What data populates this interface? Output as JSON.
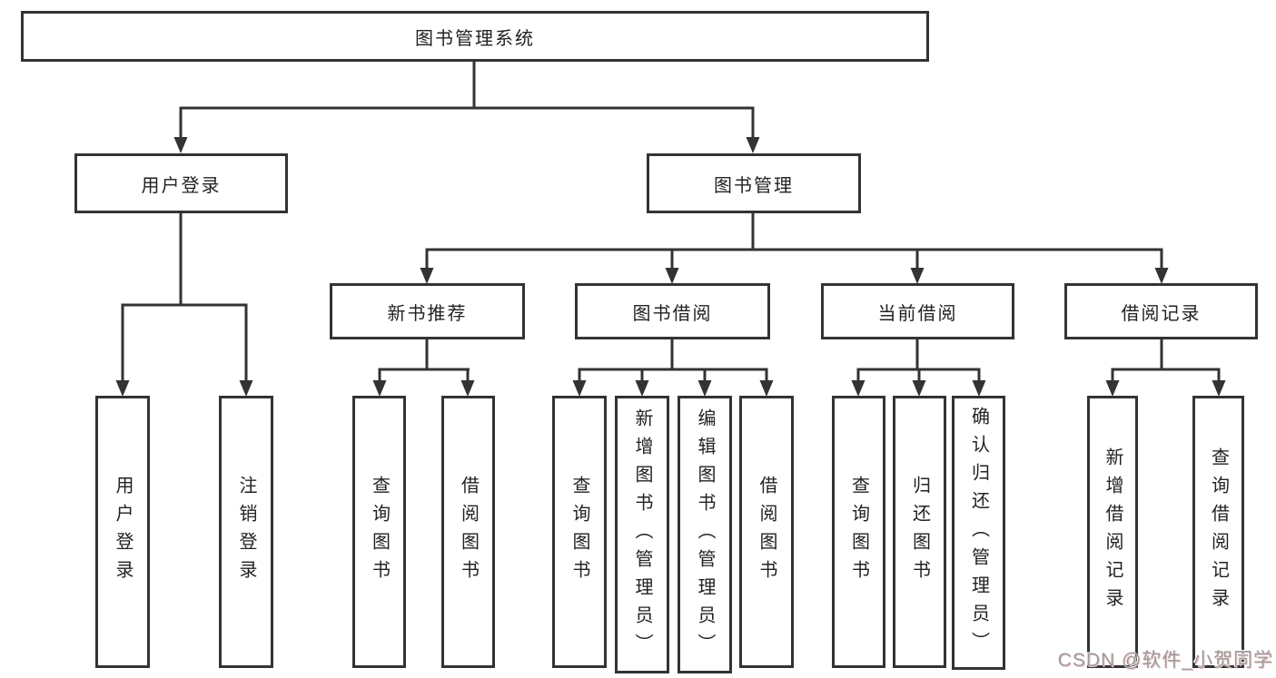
{
  "tree": {
    "root": {
      "label": "图书管理系统"
    },
    "user_login": {
      "label": "用户登录",
      "children": [
        "用户登录",
        "注销登录"
      ]
    },
    "book_mgmt": {
      "label": "图书管理",
      "sections": [
        {
          "label": "新书推荐",
          "children": [
            "查询图书",
            "借阅图书"
          ]
        },
        {
          "label": "图书借阅",
          "children": [
            "查询图书",
            "新增图书（管理员）",
            "编辑图书（管理员）",
            "借阅图书"
          ]
        },
        {
          "label": "当前借阅",
          "children": [
            "查询图书",
            "归还图书",
            "确认归还（管理员）"
          ]
        },
        {
          "label": "借阅记录",
          "children": [
            "新增借阅记录",
            "查询借阅记录"
          ]
        }
      ]
    }
  },
  "watermark": "CSDN @软件_小贺同学",
  "colors": {
    "line": "#333333",
    "text": "#222222",
    "background": "#ffffff",
    "watermark": "#9b9b9b"
  }
}
